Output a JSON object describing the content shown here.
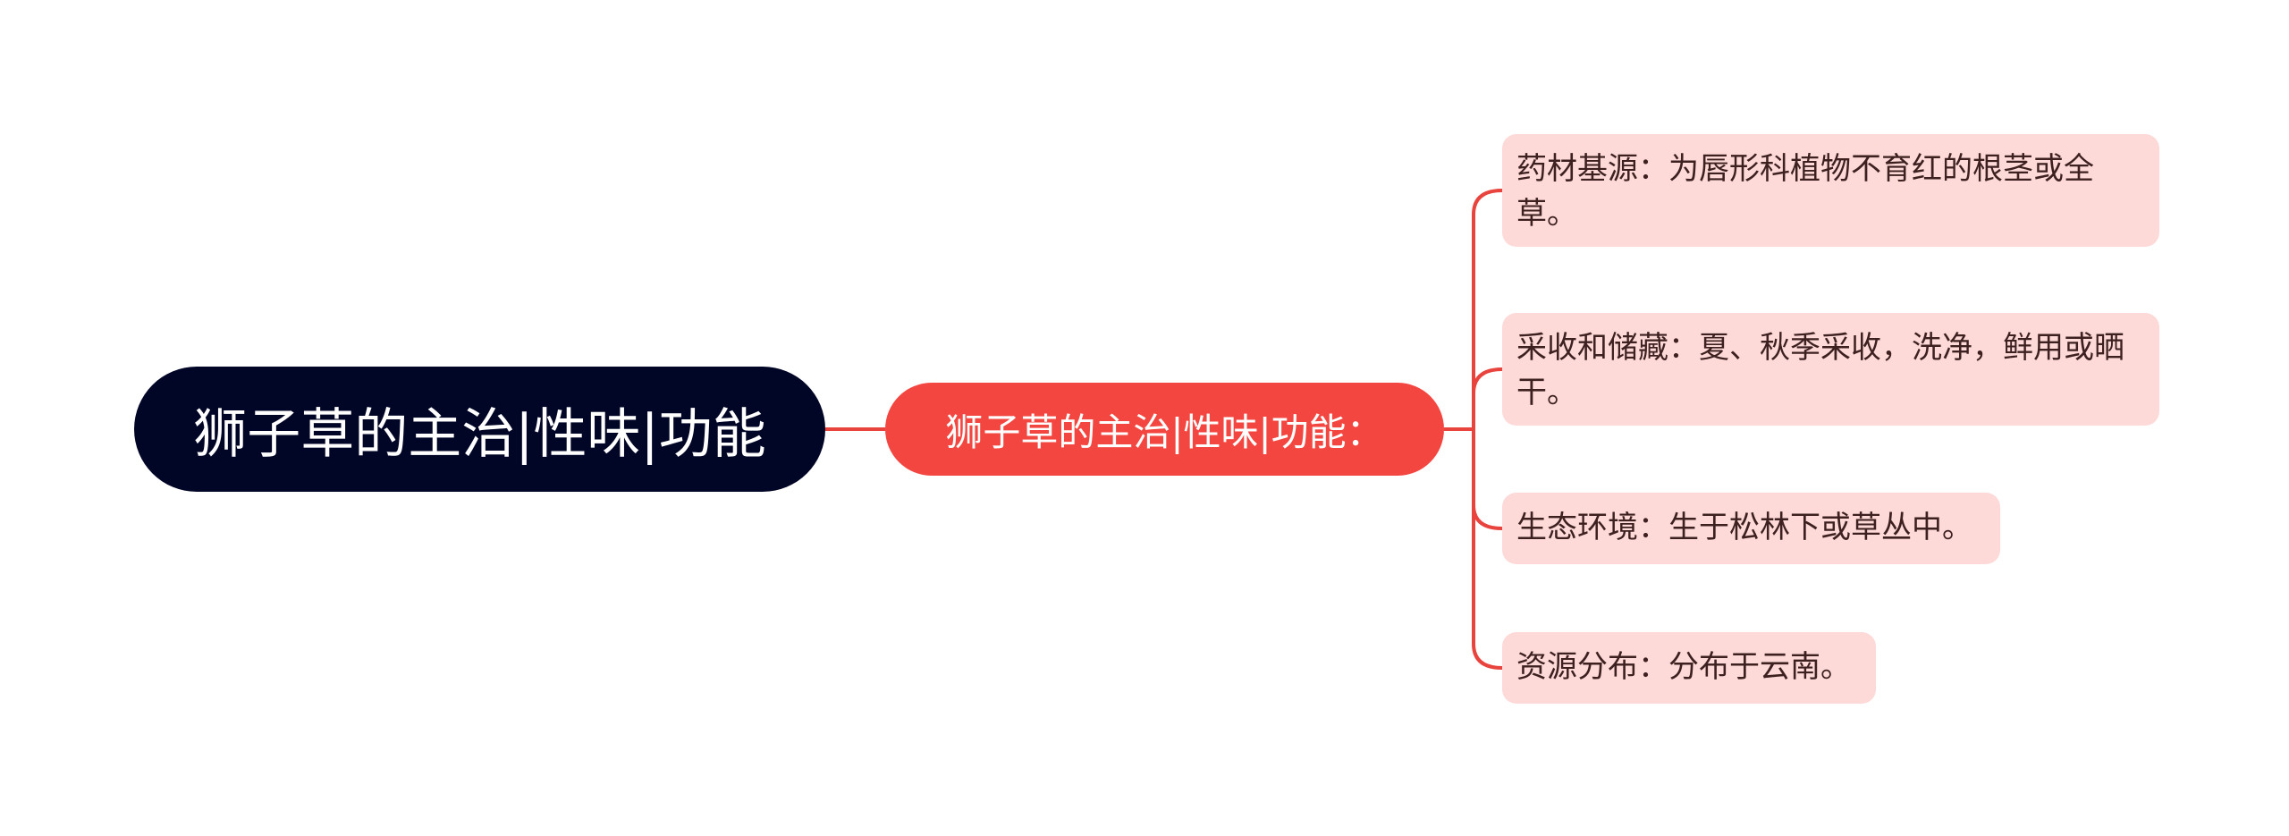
{
  "root": {
    "label": "狮子草的主治|性味|功能"
  },
  "branch": {
    "label": "狮子草的主治|性味|功能："
  },
  "leaves": [
    {
      "label": "药材基源：为唇形科植物不育红的根茎或全草。"
    },
    {
      "label": "采收和储藏：夏、秋季采收，洗净，鲜用或晒干。"
    },
    {
      "label": "生态环境：生于松林下或草丛中。"
    },
    {
      "label": "资源分布：分布于云南。"
    }
  ],
  "colors": {
    "root_bg": "#020626",
    "branch_bg": "#f44640",
    "leaf_bg": "#fdd9d8",
    "connector": "#e8433d"
  }
}
